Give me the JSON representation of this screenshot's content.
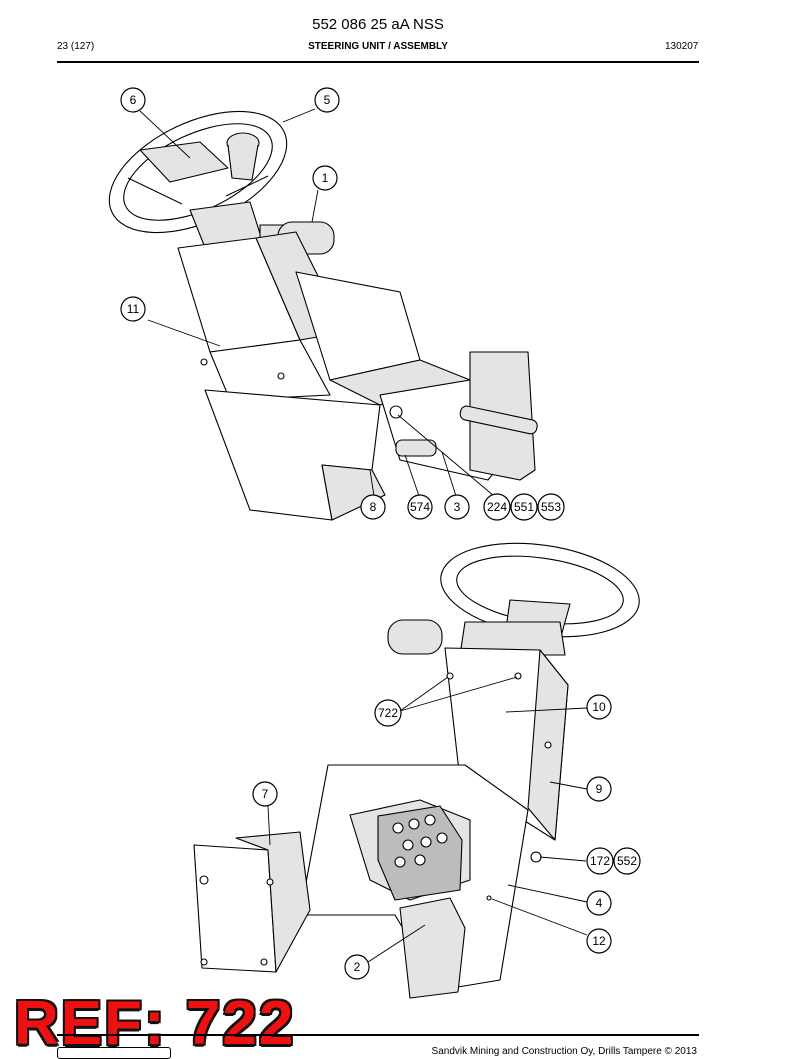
{
  "header": {
    "doc_number": "552 086 25 aA NSS",
    "page": "23 (127)",
    "title": "STEERING UNIT / ASSEMBLY",
    "date_code": "130207"
  },
  "stamp": {
    "text": "REF: 722",
    "color": "#ee1111"
  },
  "footer": {
    "copyright": "Sandvik Mining and Construction Oy, Drills Tampere © 2013"
  },
  "callouts": {
    "c6": "6",
    "c5": "5",
    "c1": "1",
    "c11": "11",
    "c8": "8",
    "c574": "574",
    "c3": "3",
    "c224": "224",
    "c551": "551",
    "c553": "553",
    "c722": "722",
    "c10": "10",
    "c7": "7",
    "c9": "9",
    "c172": "172",
    "c552": "552",
    "c4": "4",
    "c12": "12",
    "c2": "2"
  }
}
